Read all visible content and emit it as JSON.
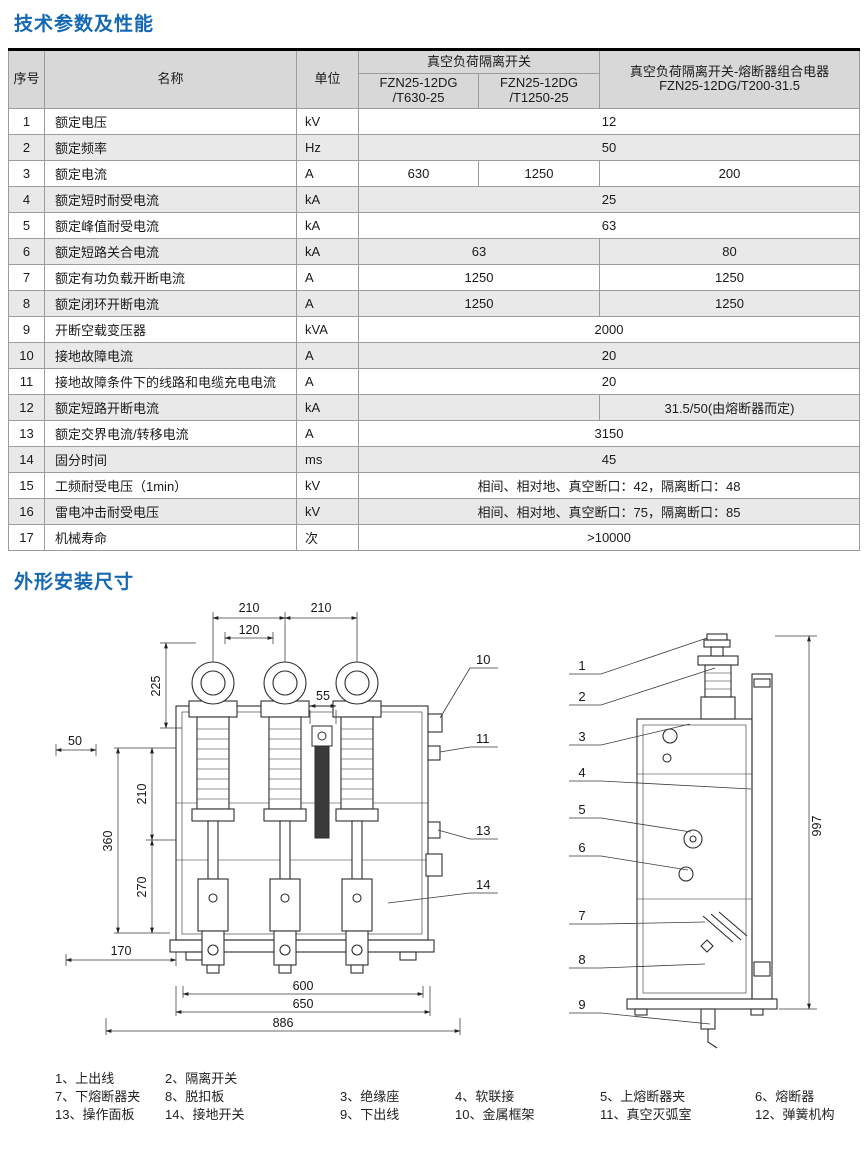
{
  "page": {
    "title_specs": "技术参数及性能",
    "title_dimensions": "外形安装尺寸"
  },
  "table": {
    "headers": {
      "no": "序号",
      "name": "名称",
      "unit": "单位",
      "group_switch": "真空负荷隔离开关",
      "model_630": "FZN25-12DG\n/T630-25",
      "model_1250": "FZN25-12DG\n/T1250-25",
      "group_combo_line1": "真空负荷隔离开关-熔断器组合电器",
      "group_combo_line2": "FZN25-12DG/T200-31.5"
    },
    "rows": [
      {
        "no": "1",
        "name": "额定电压",
        "unit": "kV",
        "values": [
          {
            "text": "12",
            "span": 3
          }
        ]
      },
      {
        "no": "2",
        "name": "额定频率",
        "unit": "Hz",
        "values": [
          {
            "text": "50",
            "span": 3
          }
        ]
      },
      {
        "no": "3",
        "name": "额定电流",
        "unit": "A",
        "values": [
          {
            "text": "630",
            "span": 1
          },
          {
            "text": "1250",
            "span": 1
          },
          {
            "text": "200",
            "span": 1
          }
        ]
      },
      {
        "no": "4",
        "name": "额定短时耐受电流",
        "unit": "kA",
        "values": [
          {
            "text": "25",
            "span": 3
          }
        ]
      },
      {
        "no": "5",
        "name": "额定峰值耐受电流",
        "unit": "kA",
        "values": [
          {
            "text": "63",
            "span": 3
          }
        ]
      },
      {
        "no": "6",
        "name": "额定短路关合电流",
        "unit": "kA",
        "values": [
          {
            "text": "63",
            "span": 2
          },
          {
            "text": "80",
            "span": 1
          }
        ]
      },
      {
        "no": "7",
        "name": "额定有功负载开断电流",
        "unit": "A",
        "values": [
          {
            "text": "1250",
            "span": 2
          },
          {
            "text": "1250",
            "span": 1
          }
        ]
      },
      {
        "no": "8",
        "name": "额定闭环开断电流",
        "unit": "A",
        "values": [
          {
            "text": "1250",
            "span": 2
          },
          {
            "text": "1250",
            "span": 1
          }
        ]
      },
      {
        "no": "9",
        "name": "开断空载变压器",
        "unit": "kVA",
        "values": [
          {
            "text": "2000",
            "span": 3
          }
        ]
      },
      {
        "no": "10",
        "name": "接地故障电流",
        "unit": "A",
        "values": [
          {
            "text": "20",
            "span": 3
          }
        ]
      },
      {
        "no": "11",
        "name": "接地故障条件下的线路和电缆充电电流",
        "unit": "A",
        "values": [
          {
            "text": "20",
            "span": 3
          }
        ]
      },
      {
        "no": "12",
        "name": "额定短路开断电流",
        "unit": "kA",
        "values": [
          {
            "text": "",
            "span": 2
          },
          {
            "text": "31.5/50(由熔断器而定)",
            "span": 1
          }
        ]
      },
      {
        "no": "13",
        "name": "额定交界电流/转移电流",
        "unit": "A",
        "values": [
          {
            "text": "3150",
            "span": 3
          }
        ]
      },
      {
        "no": "14",
        "name": "固分时间",
        "unit": "ms",
        "values": [
          {
            "text": "45",
            "span": 3
          }
        ]
      },
      {
        "no": "15",
        "name": "工频耐受电压（1min）",
        "unit": "kV",
        "values": [
          {
            "text": "相间、相对地、真空断口：42，隔离断口：48",
            "span": 3
          }
        ]
      },
      {
        "no": "16",
        "name": "雷电冲击耐受电压",
        "unit": "kV",
        "values": [
          {
            "text": "相间、相对地、真空断口：75，隔离断口：85",
            "span": 3
          }
        ]
      },
      {
        "no": "17",
        "name": "机械寿命",
        "unit": "次",
        "values": [
          {
            "text": ">10000",
            "span": 3
          }
        ]
      }
    ]
  },
  "drawing": {
    "front": {
      "dims": {
        "top_a": "210",
        "top_b": "210",
        "top_c": "120",
        "left_v1": "225",
        "mid": "55",
        "left_h1": "50",
        "left_v2": "210",
        "left_v3": "360",
        "left_v4": "270",
        "bottom_h1": "170",
        "chain1": "600",
        "chain2": "650",
        "chain3": "886"
      },
      "callouts": {
        "c10": "10",
        "c11": "11",
        "c13": "13",
        "c14": "14"
      }
    },
    "side": {
      "dims": {
        "height": "997"
      },
      "callouts": {
        "c1": "1",
        "c2": "2",
        "c3": "3",
        "c4": "4",
        "c5": "5",
        "c6": "6",
        "c7": "7",
        "c8": "8",
        "c9": "9"
      }
    }
  },
  "legend": {
    "rows": [
      [
        "1、上出线",
        "2、隔离开关",
        "",
        "",
        "",
        ""
      ],
      [
        "7、下熔断器夹",
        "8、脱扣板",
        "3、绝缘座",
        "4、软联接",
        "5、上熔断器夹",
        "6、熔断器"
      ],
      [
        "13、操作面板",
        "14、接地开关",
        "9、下出线",
        "10、金属框架",
        "11、真空灭弧室",
        "12、弹簧机构"
      ]
    ]
  }
}
